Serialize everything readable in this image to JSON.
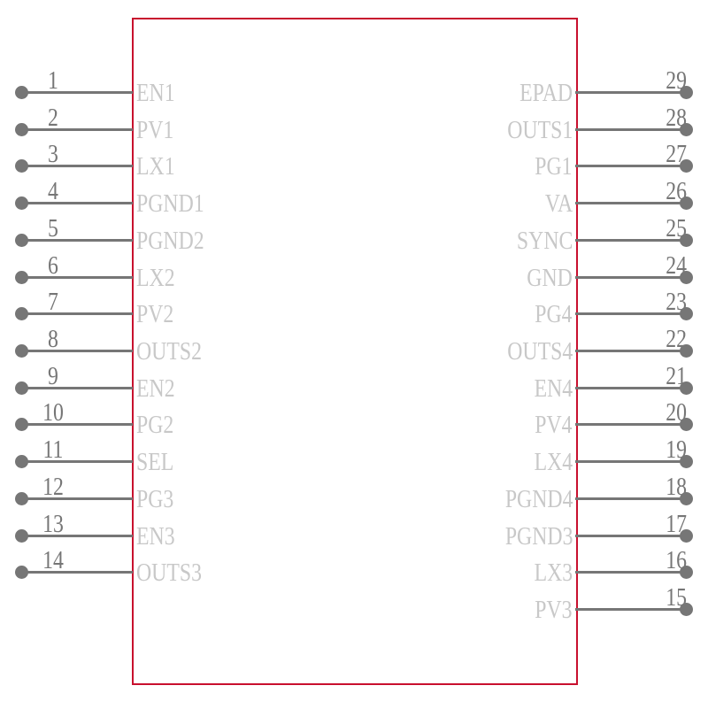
{
  "component": {
    "body_color": "#c8102e",
    "pin_color": "#767676",
    "label_color": "#c8c8c8"
  },
  "left_pins": [
    {
      "number": "1",
      "name": "EN1"
    },
    {
      "number": "2",
      "name": "PV1"
    },
    {
      "number": "3",
      "name": "LX1"
    },
    {
      "number": "4",
      "name": "PGND1"
    },
    {
      "number": "5",
      "name": "PGND2"
    },
    {
      "number": "6",
      "name": "LX2"
    },
    {
      "number": "7",
      "name": "PV2"
    },
    {
      "number": "8",
      "name": "OUTS2"
    },
    {
      "number": "9",
      "name": "EN2"
    },
    {
      "number": "10",
      "name": "PG2"
    },
    {
      "number": "11",
      "name": "SEL"
    },
    {
      "number": "12",
      "name": "PG3"
    },
    {
      "number": "13",
      "name": "EN3"
    },
    {
      "number": "14",
      "name": "OUTS3"
    }
  ],
  "right_pins": [
    {
      "number": "29",
      "name": "EPAD"
    },
    {
      "number": "28",
      "name": "OUTS1"
    },
    {
      "number": "27",
      "name": "PG1"
    },
    {
      "number": "26",
      "name": "VA"
    },
    {
      "number": "25",
      "name": "SYNC"
    },
    {
      "number": "24",
      "name": "GND"
    },
    {
      "number": "23",
      "name": "PG4"
    },
    {
      "number": "22",
      "name": "OUTS4"
    },
    {
      "number": "21",
      "name": "EN4"
    },
    {
      "number": "20",
      "name": "PV4"
    },
    {
      "number": "19",
      "name": "LX4"
    },
    {
      "number": "18",
      "name": "PGND4"
    },
    {
      "number": "17",
      "name": "PGND3"
    },
    {
      "number": "16",
      "name": "LX3"
    },
    {
      "number": "15",
      "name": "PV3"
    }
  ]
}
